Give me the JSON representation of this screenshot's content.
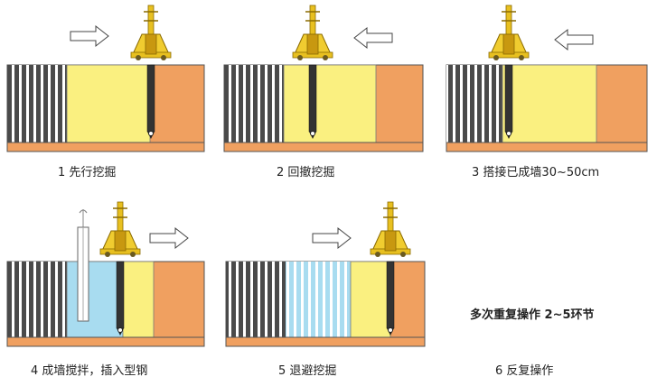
{
  "steps": [
    {
      "number": "1",
      "label": "先行挖掘",
      "arrow": "right"
    },
    {
      "number": "2",
      "label": "回撤挖掘",
      "arrow": "left"
    },
    {
      "number": "3",
      "label": "搭接已成墙30~50cm",
      "arrow": "left"
    },
    {
      "number": "4",
      "label": "成墙搅拌，插入型钢",
      "arrow": "right"
    },
    {
      "number": "5",
      "label": "退避挖掘",
      "arrow": "right"
    },
    {
      "number": "6",
      "label": "反复操作",
      "arrow": ""
    }
  ],
  "note": "多次重复操作 2~5环节",
  "colors": {
    "soil": "#f0a060",
    "excavated": "#faf080",
    "wall": "#a8dcf0",
    "finished_wall": "#505050",
    "rig": "#e8c020"
  }
}
